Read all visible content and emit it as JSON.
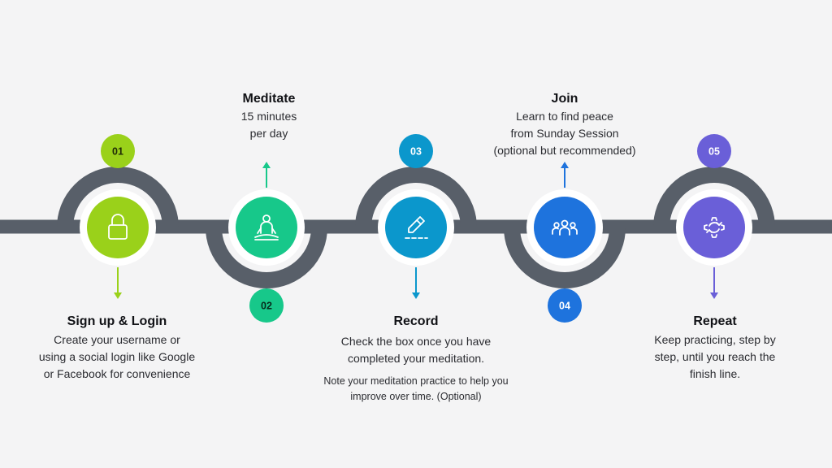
{
  "steps": [
    {
      "number": "01",
      "title": "Sign up & Login",
      "description": [
        "Create your username or",
        "using a social login like Google",
        "or Facebook  for convenience"
      ],
      "color": "#9ad11a",
      "icon": "lock-icon"
    },
    {
      "number": "02",
      "title": "Meditate",
      "description": [
        "15 minutes",
        "per day"
      ],
      "color": "#17c88a",
      "icon": "meditation-person-icon"
    },
    {
      "number": "03",
      "title": "Record",
      "description": [
        "Check the box once you have",
        "completed your meditation."
      ],
      "note": [
        "Note your meditation practice to help you",
        "improve over time. (Optional)"
      ],
      "color": "#0b97cc",
      "icon": "pen-signature-icon"
    },
    {
      "number": "04",
      "title": "Join",
      "description": [
        "Learn to find peace",
        "from Sunday Session",
        "(optional but recommended)"
      ],
      "color": "#1e73dd",
      "icon": "group-people-icon"
    },
    {
      "number": "05",
      "title": "Repeat",
      "description": [
        "Keep practicing, step by",
        "step, until you reach the",
        "finish line."
      ],
      "color": "#6a5fd8",
      "icon": "refresh-gear-icon"
    }
  ],
  "colors": {
    "background": "#f4f4f5",
    "track": "#585f69",
    "ring": "#ffffff"
  }
}
